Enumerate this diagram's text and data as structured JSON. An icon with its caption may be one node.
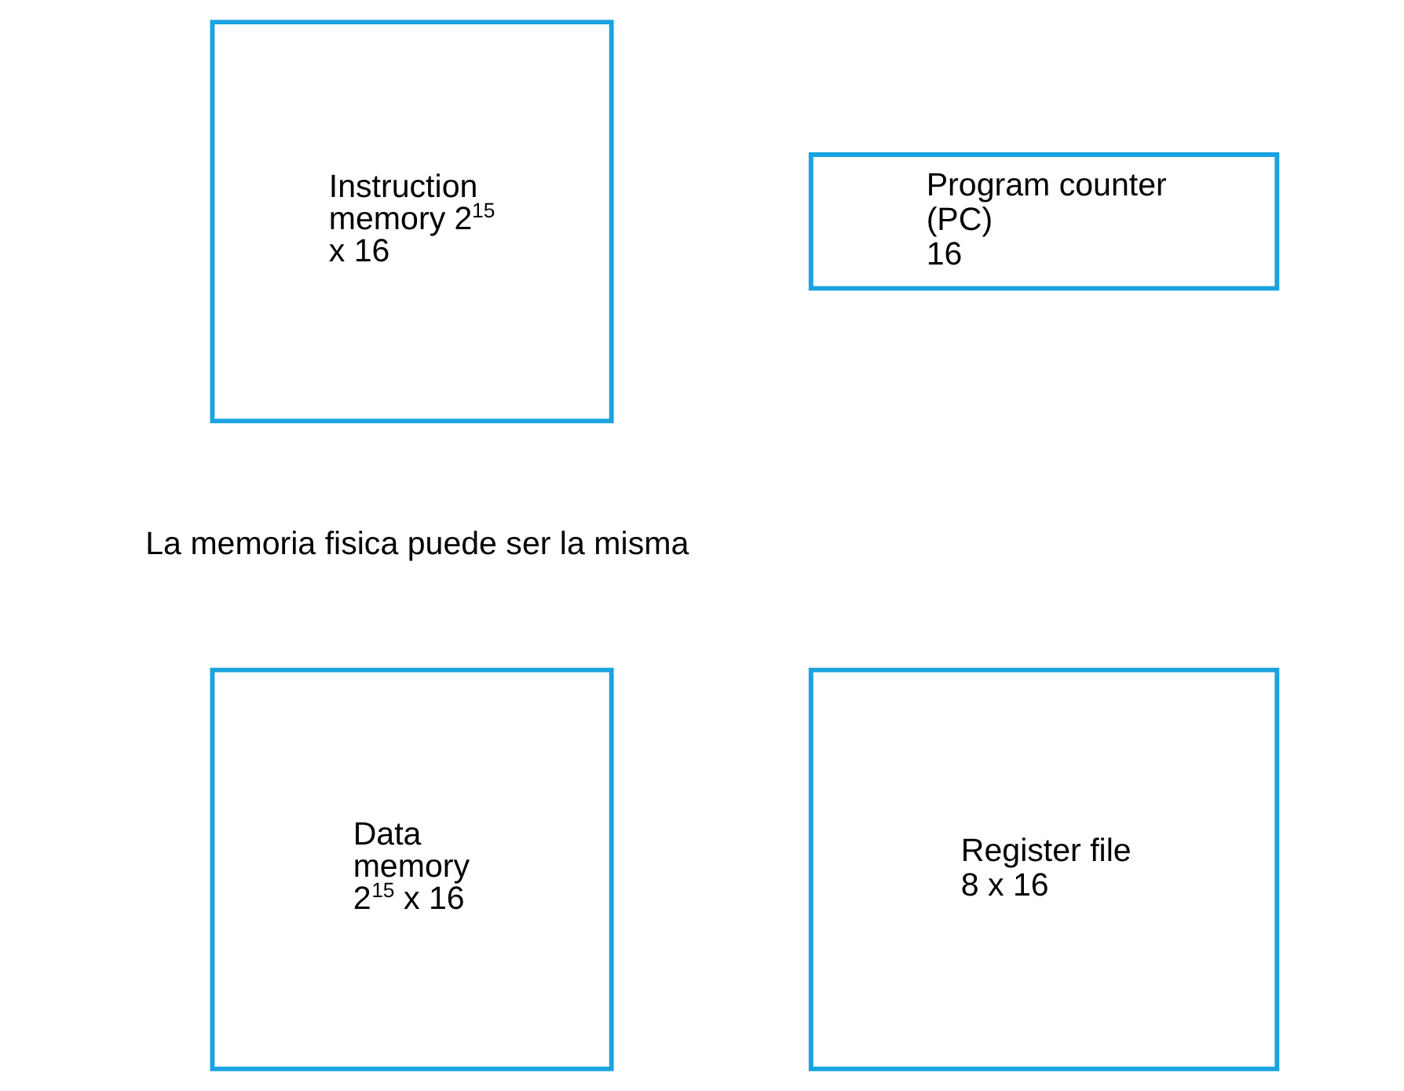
{
  "diagram": {
    "nodes": [
      {
        "text": [
          "Instruction memory 2$^{15}$ x 16"
        ]
      },
      {
        "text": [
          "Data memory 2$^{15}$ x 16"
        ]
      },
      {
        "text": [
          "Program counter (PC)",
          "16"
        ]
      },
      {
        "text": [
          "Register file 8 x 16"
        ]
      }
    ],
    "labels": [
      "La memoria fisica puede ser la misma"
    ]
  }
}
